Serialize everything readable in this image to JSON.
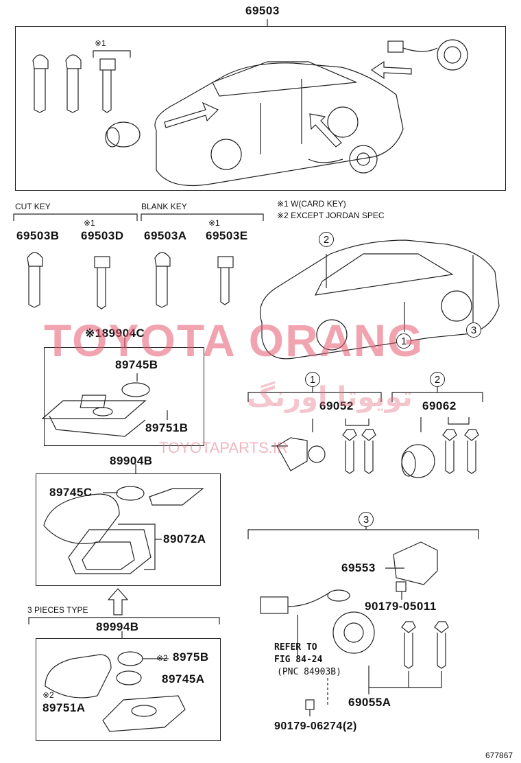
{
  "top": {
    "assembly": "69503",
    "card_note": "※1"
  },
  "keys": {
    "cut_key_title": "CUT KEY",
    "blank_key_title": "BLANK KEY",
    "note1": "※1 W(CARD KEY)",
    "note2": "※2 EXCEPT JORDAN SPEC",
    "cut_a": "69503B",
    "cut_b_mark": "※1",
    "cut_b": "69503D",
    "blank_a": "69503A",
    "blank_b_mark": "※1",
    "blank_b": "69503E"
  },
  "card_set": {
    "title": "※189904C",
    "battery": "89745B",
    "label": "89751B"
  },
  "fob_set": {
    "title": "89904B",
    "battery": "89745C",
    "case": "89072A"
  },
  "three_pieces": {
    "title": "3 PIECES TYPE",
    "assembly": "89994B",
    "cover_mark": "※2",
    "cover": "8975B",
    "battery": "89745A",
    "case_mark": "※2",
    "case": "89751A"
  },
  "group1": {
    "marker": "1",
    "part": "69052"
  },
  "group2": {
    "marker": "2",
    "part": "69062"
  },
  "group3": {
    "marker": "3",
    "bracket": "69553",
    "screw1": "90179-05011",
    "refer1": "REFER TO",
    "refer2": "FIG 84-24",
    "refer3": "(PNC 84903B)",
    "assembly": "69055A",
    "screw2": "90179-06274(2)"
  },
  "car_markers": {
    "m2": "2",
    "m1": "1",
    "m3": "3"
  },
  "watermark": {
    "line1": "TOYOTA ORANG",
    "line2": "تويوتا اورنگ",
    "line3": "TOYOTAPARTS.IR"
  },
  "figure_id": "677867"
}
